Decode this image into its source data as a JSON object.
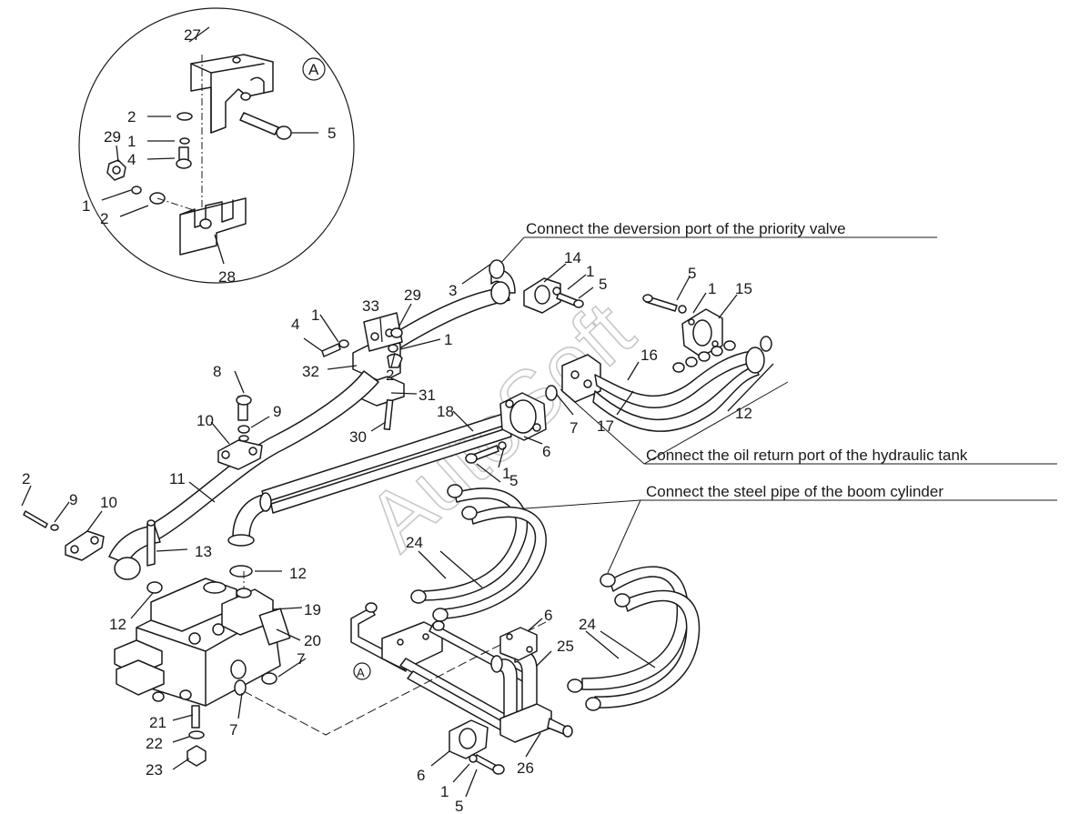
{
  "watermark": "AutoSoft",
  "detail_marker": "A",
  "notes": {
    "priority_valve": "Connect the deversion port of the priority valve",
    "hydraulic_tank": "Connect the oil return port of the hydraulic tank",
    "boom_cylinder": "Connect the steel pipe of the boom cylinder"
  },
  "callouts": [
    {
      "id": "d27",
      "text": "27"
    },
    {
      "id": "d2a",
      "text": "2"
    },
    {
      "id": "d5",
      "text": "5"
    },
    {
      "id": "d29",
      "text": "29"
    },
    {
      "id": "d1a",
      "text": "1"
    },
    {
      "id": "d4",
      "text": "4"
    },
    {
      "id": "d1b",
      "text": "1"
    },
    {
      "id": "d2b",
      "text": "2"
    },
    {
      "id": "d28",
      "text": "28"
    },
    {
      "id": "c3",
      "text": "3"
    },
    {
      "id": "c14",
      "text": "14"
    },
    {
      "id": "c1a",
      "text": "1"
    },
    {
      "id": "c5a",
      "text": "5"
    },
    {
      "id": "c5b",
      "text": "5"
    },
    {
      "id": "c1b",
      "text": "1"
    },
    {
      "id": "c15",
      "text": "15"
    },
    {
      "id": "c29",
      "text": "29"
    },
    {
      "id": "c33",
      "text": "33"
    },
    {
      "id": "c1c",
      "text": "1"
    },
    {
      "id": "c4",
      "text": "4"
    },
    {
      "id": "c1d",
      "text": "1"
    },
    {
      "id": "c32",
      "text": "32"
    },
    {
      "id": "c2a",
      "text": "2"
    },
    {
      "id": "c31",
      "text": "31"
    },
    {
      "id": "c16",
      "text": "16"
    },
    {
      "id": "c12a",
      "text": "12"
    },
    {
      "id": "c8",
      "text": "8"
    },
    {
      "id": "c9a",
      "text": "9"
    },
    {
      "id": "c10a",
      "text": "10"
    },
    {
      "id": "c30",
      "text": "30"
    },
    {
      "id": "c18",
      "text": "18"
    },
    {
      "id": "c7a",
      "text": "7"
    },
    {
      "id": "c17",
      "text": "17"
    },
    {
      "id": "c6a",
      "text": "6"
    },
    {
      "id": "c1e",
      "text": "1"
    },
    {
      "id": "c5c",
      "text": "5"
    },
    {
      "id": "c11",
      "text": "11"
    },
    {
      "id": "c2b",
      "text": "2"
    },
    {
      "id": "c9b",
      "text": "9"
    },
    {
      "id": "c10b",
      "text": "10"
    },
    {
      "id": "c13",
      "text": "13"
    },
    {
      "id": "c12b",
      "text": "12"
    },
    {
      "id": "c24a",
      "text": "24"
    },
    {
      "id": "c12c",
      "text": "12"
    },
    {
      "id": "c19",
      "text": "19"
    },
    {
      "id": "c20",
      "text": "20"
    },
    {
      "id": "c6b",
      "text": "6"
    },
    {
      "id": "c24b",
      "text": "24"
    },
    {
      "id": "c25",
      "text": "25"
    },
    {
      "id": "c7b",
      "text": "7"
    },
    {
      "id": "c7c",
      "text": "7"
    },
    {
      "id": "c21",
      "text": "21"
    },
    {
      "id": "c22",
      "text": "22"
    },
    {
      "id": "c23",
      "text": "23"
    },
    {
      "id": "c26",
      "text": "26"
    },
    {
      "id": "c6c",
      "text": "6"
    },
    {
      "id": "c1f",
      "text": "1"
    },
    {
      "id": "c5d",
      "text": "5"
    }
  ]
}
